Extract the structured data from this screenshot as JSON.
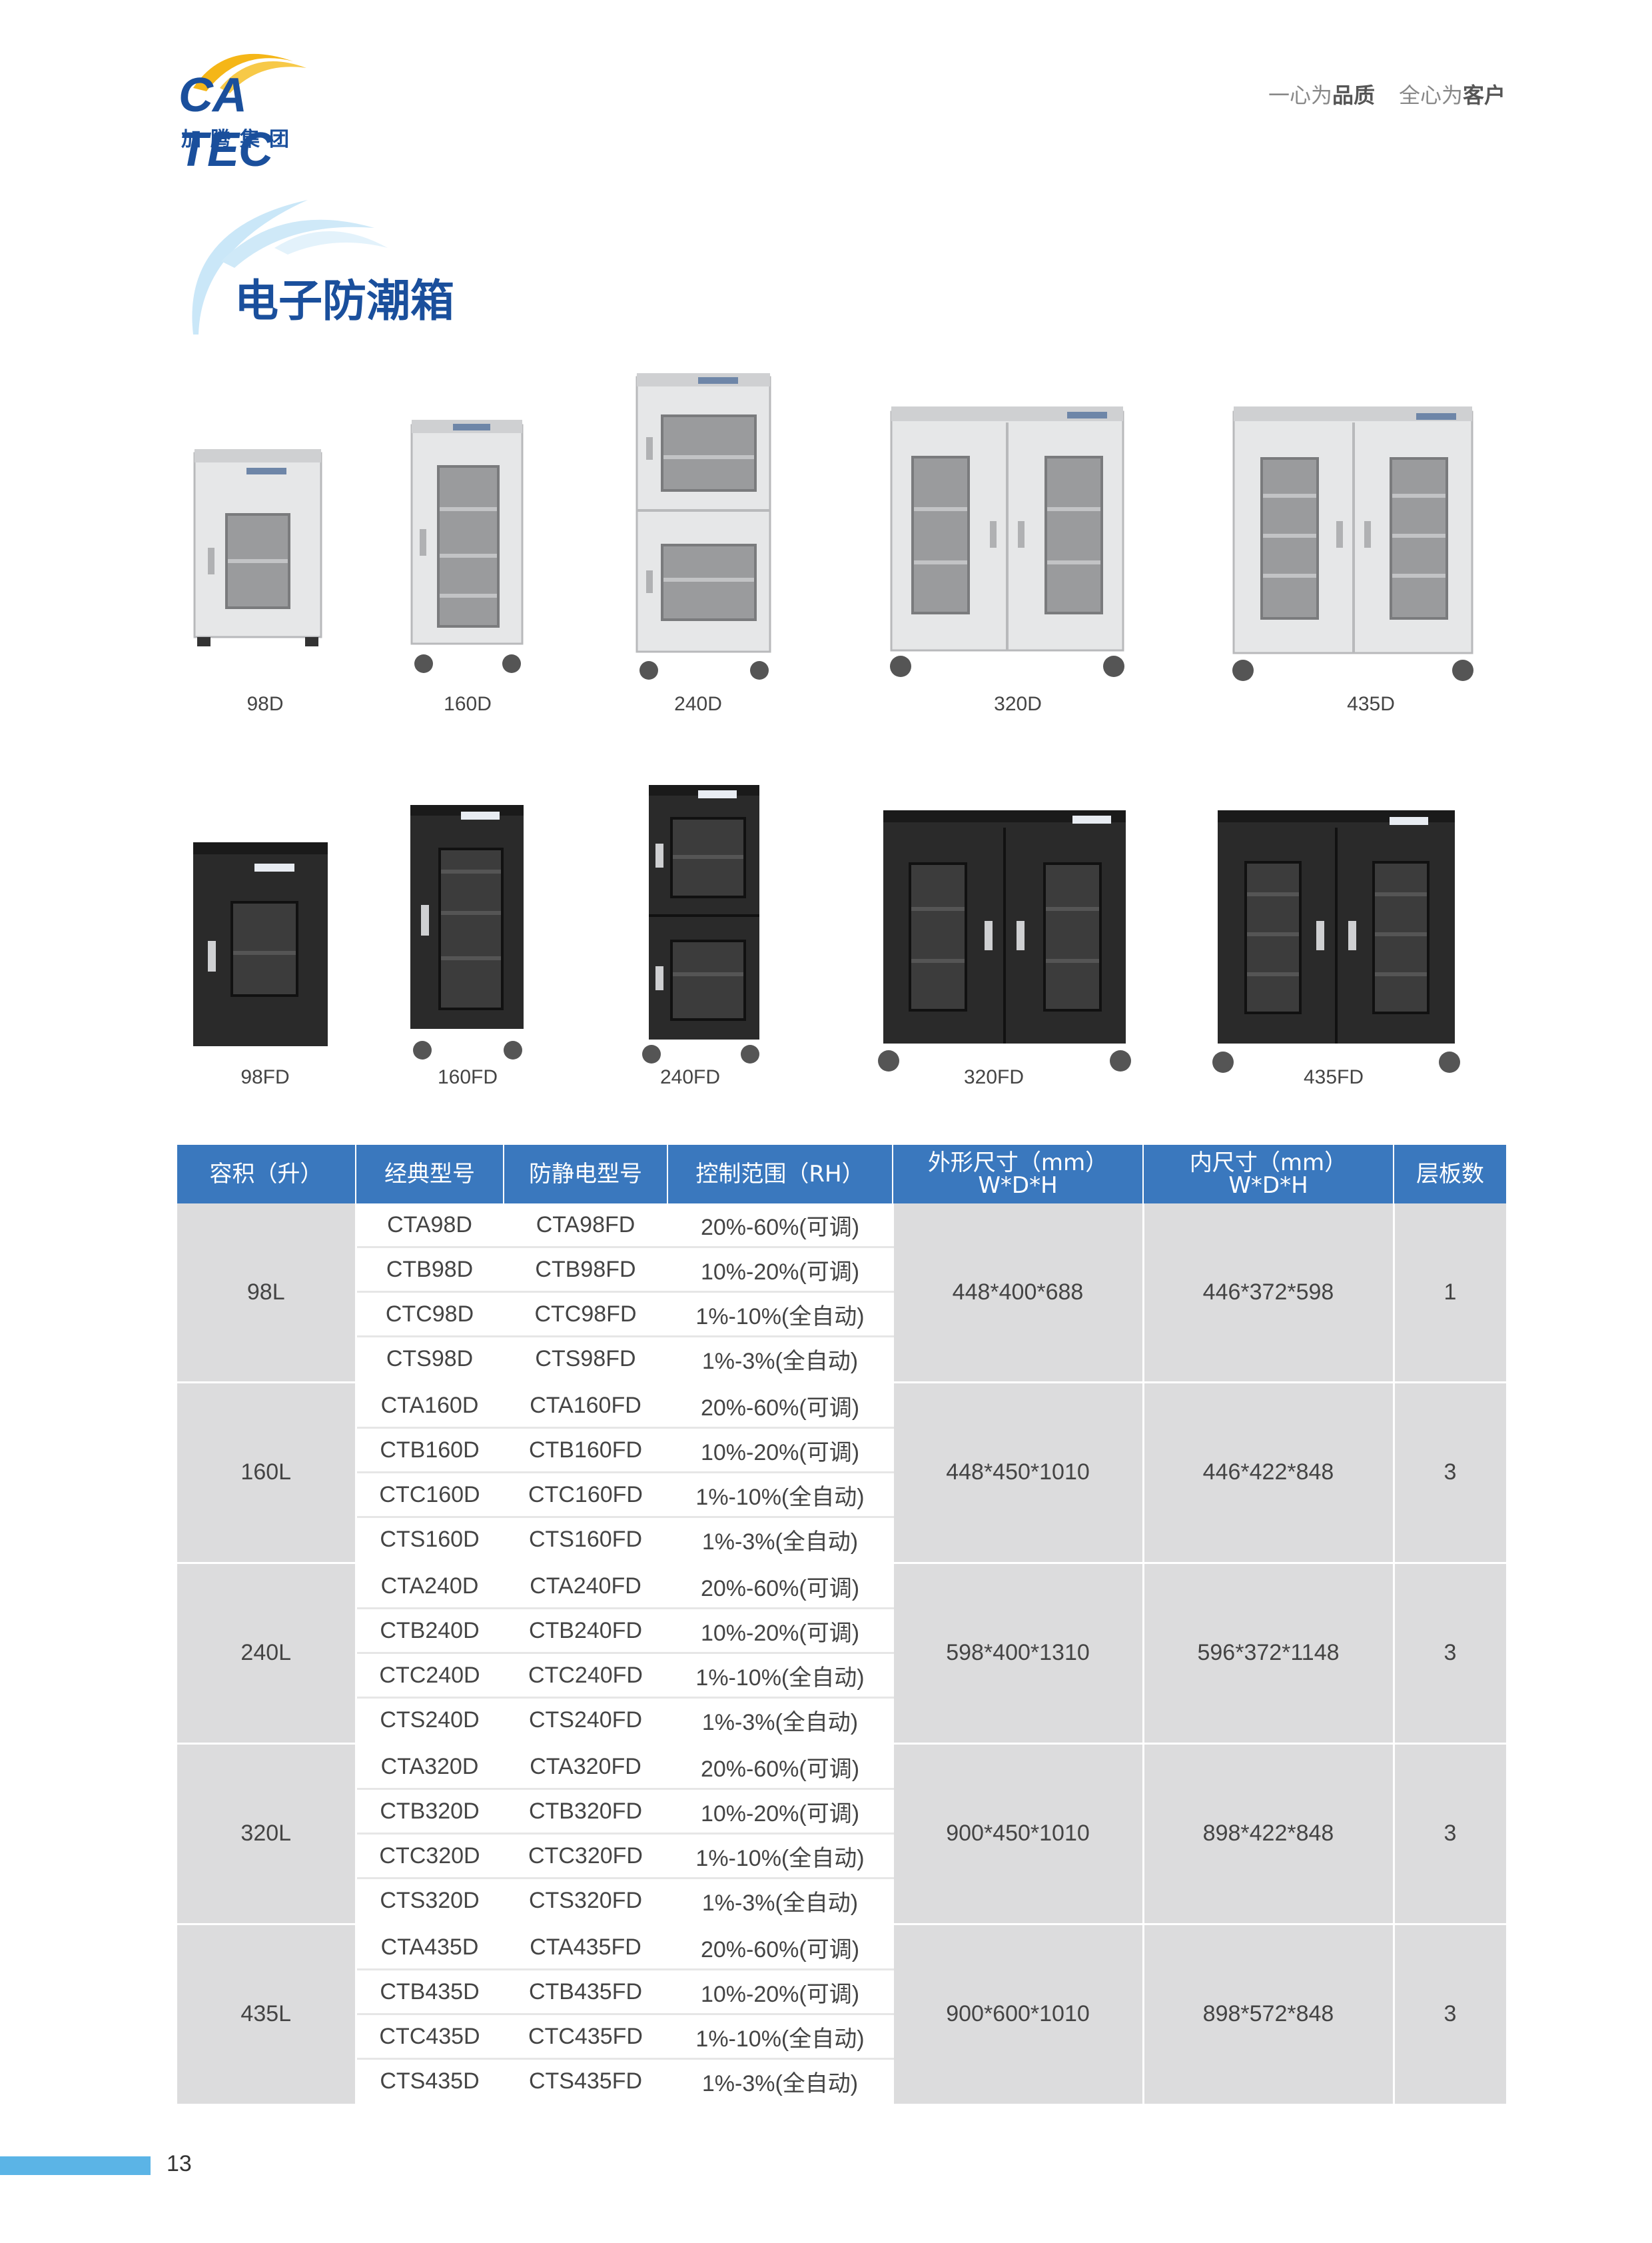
{
  "header": {
    "brand": "CA TEC",
    "brand_cn": "加腾集团",
    "slogan_1a": "一心为",
    "slogan_1b": "品质",
    "slogan_2a": "全心为",
    "slogan_2b": "客户"
  },
  "page_title": "电子防潮箱",
  "products_grey": [
    "98D",
    "160D",
    "240D",
    "320D",
    "435D"
  ],
  "products_black": [
    "98FD",
    "160FD",
    "240FD",
    "320FD",
    "435FD"
  ],
  "colors": {
    "accent": "#3a78be",
    "brand": "#1a4f9c",
    "cabinet_grey": "#e4e5e6",
    "cabinet_black": "#2a2a2a",
    "footer_bar": "#5bb4e6"
  },
  "table": {
    "headers": {
      "capacity": "容积（升）",
      "classic_model": "经典型号",
      "esd_model": "防静电型号",
      "rh_range": "控制范围（RH）",
      "outer_size_1": "外形尺寸（mm）",
      "outer_size_2": "W*D*H",
      "inner_size_1": "内尺寸（mm）",
      "inner_size_2": "W*D*H",
      "shelves": "层板数"
    },
    "groups": [
      {
        "capacity": "98L",
        "outer": "448*400*688",
        "inner": "446*372*598",
        "shelves": "1",
        "rows": [
          {
            "classic": "CTA98D",
            "esd": "CTA98FD",
            "rh": "20%-60%(可调)"
          },
          {
            "classic": "CTB98D",
            "esd": "CTB98FD",
            "rh": "10%-20%(可调)"
          },
          {
            "classic": "CTC98D",
            "esd": "CTC98FD",
            "rh": "1%-10%(全自动)"
          },
          {
            "classic": "CTS98D",
            "esd": "CTS98FD",
            "rh": "1%-3%(全自动)"
          }
        ]
      },
      {
        "capacity": "160L",
        "outer": "448*450*1010",
        "inner": "446*422*848",
        "shelves": "3",
        "rows": [
          {
            "classic": "CTA160D",
            "esd": "CTA160FD",
            "rh": "20%-60%(可调)"
          },
          {
            "classic": "CTB160D",
            "esd": "CTB160FD",
            "rh": "10%-20%(可调)"
          },
          {
            "classic": "CTC160D",
            "esd": "CTC160FD",
            "rh": "1%-10%(全自动)"
          },
          {
            "classic": "CTS160D",
            "esd": "CTS160FD",
            "rh": "1%-3%(全自动)"
          }
        ]
      },
      {
        "capacity": "240L",
        "outer": "598*400*1310",
        "inner": "596*372*1148",
        "shelves": "3",
        "rows": [
          {
            "classic": "CTA240D",
            "esd": "CTA240FD",
            "rh": "20%-60%(可调)"
          },
          {
            "classic": "CTB240D",
            "esd": "CTB240FD",
            "rh": "10%-20%(可调)"
          },
          {
            "classic": "CTC240D",
            "esd": "CTC240FD",
            "rh": "1%-10%(全自动)"
          },
          {
            "classic": "CTS240D",
            "esd": "CTS240FD",
            "rh": "1%-3%(全自动)"
          }
        ]
      },
      {
        "capacity": "320L",
        "outer": "900*450*1010",
        "inner": "898*422*848",
        "shelves": "3",
        "rows": [
          {
            "classic": "CTA320D",
            "esd": "CTA320FD",
            "rh": "20%-60%(可调)"
          },
          {
            "classic": "CTB320D",
            "esd": "CTB320FD",
            "rh": "10%-20%(可调)"
          },
          {
            "classic": "CTC320D",
            "esd": "CTC320FD",
            "rh": "1%-10%(全自动)"
          },
          {
            "classic": "CTS320D",
            "esd": "CTS320FD",
            "rh": "1%-3%(全自动)"
          }
        ]
      },
      {
        "capacity": "435L",
        "outer": "900*600*1010",
        "inner": "898*572*848",
        "shelves": "3",
        "rows": [
          {
            "classic": "CTA435D",
            "esd": "CTA435FD",
            "rh": "20%-60%(可调)"
          },
          {
            "classic": "CTB435D",
            "esd": "CTB435FD",
            "rh": "10%-20%(可调)"
          },
          {
            "classic": "CTC435D",
            "esd": "CTC435FD",
            "rh": "1%-10%(全自动)"
          },
          {
            "classic": "CTS435D",
            "esd": "CTS435FD",
            "rh": "1%-3%(全自动)"
          }
        ]
      }
    ]
  },
  "page_number": "13"
}
